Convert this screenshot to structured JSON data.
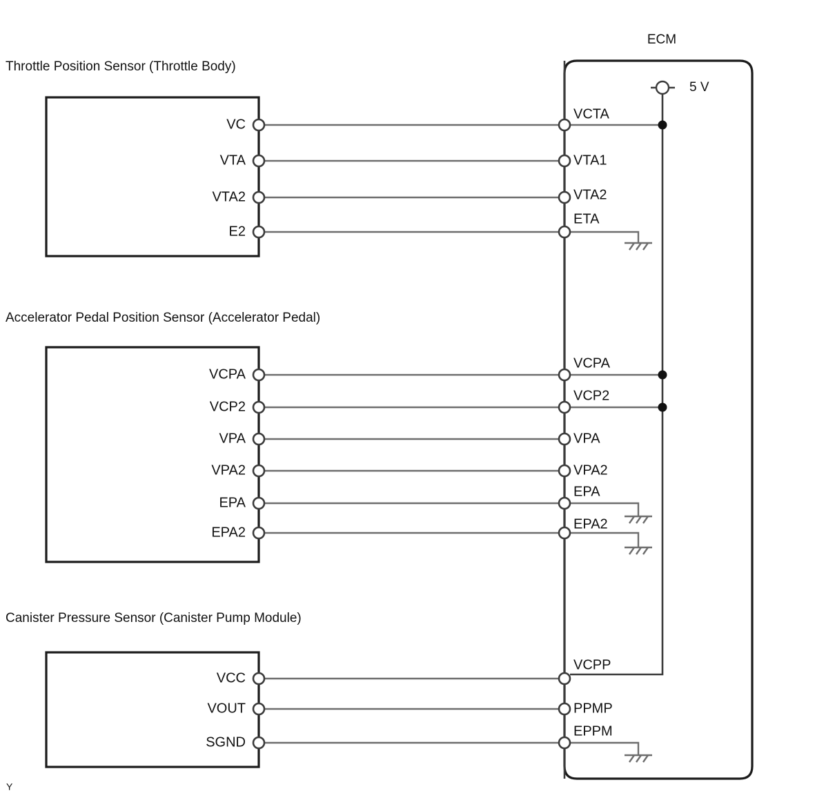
{
  "diagram": {
    "title_mark": "Y",
    "ecm": {
      "label": "ECM",
      "supply": {
        "label": "5 V",
        "icon": "power-terminal-icon"
      }
    },
    "sections": [
      {
        "id": "throttle-position-sensor",
        "title": "Throttle Position Sensor (Throttle Body)",
        "connections": [
          {
            "sensor_pin": "VC",
            "ecm_pin": "VCTA",
            "junction": true,
            "ground": false
          },
          {
            "sensor_pin": "VTA",
            "ecm_pin": "VTA1",
            "junction": false,
            "ground": false
          },
          {
            "sensor_pin": "VTA2",
            "ecm_pin": "VTA2",
            "junction": false,
            "ground": false
          },
          {
            "sensor_pin": "E2",
            "ecm_pin": "ETA",
            "junction": false,
            "ground": true
          }
        ]
      },
      {
        "id": "accelerator-pedal-position-sensor",
        "title": "Accelerator Pedal Position Sensor (Accelerator Pedal)",
        "connections": [
          {
            "sensor_pin": "VCPA",
            "ecm_pin": "VCPA",
            "junction": true,
            "ground": false
          },
          {
            "sensor_pin": "VCP2",
            "ecm_pin": "VCP2",
            "junction": true,
            "ground": false
          },
          {
            "sensor_pin": "VPA",
            "ecm_pin": "VPA",
            "junction": false,
            "ground": false
          },
          {
            "sensor_pin": "VPA2",
            "ecm_pin": "VPA2",
            "junction": false,
            "ground": false
          },
          {
            "sensor_pin": "EPA",
            "ecm_pin": "EPA",
            "junction": false,
            "ground": true
          },
          {
            "sensor_pin": "EPA2",
            "ecm_pin": "EPA2",
            "junction": false,
            "ground": true
          }
        ]
      },
      {
        "id": "canister-pressure-sensor",
        "title": "Canister Pressure Sensor (Canister Pump Module)",
        "connections": [
          {
            "sensor_pin": "VCC",
            "ecm_pin": "VCPP",
            "junction": false,
            "ground": false
          },
          {
            "sensor_pin": "VOUT",
            "ecm_pin": "PPMP",
            "junction": false,
            "ground": false
          },
          {
            "sensor_pin": "SGND",
            "ecm_pin": "EPPM",
            "junction": false,
            "ground": true
          }
        ]
      }
    ],
    "colors": {
      "line": "#1b1b1b",
      "wire": "#6d6d6d",
      "text": "#111111",
      "background": "#ffffff"
    }
  }
}
